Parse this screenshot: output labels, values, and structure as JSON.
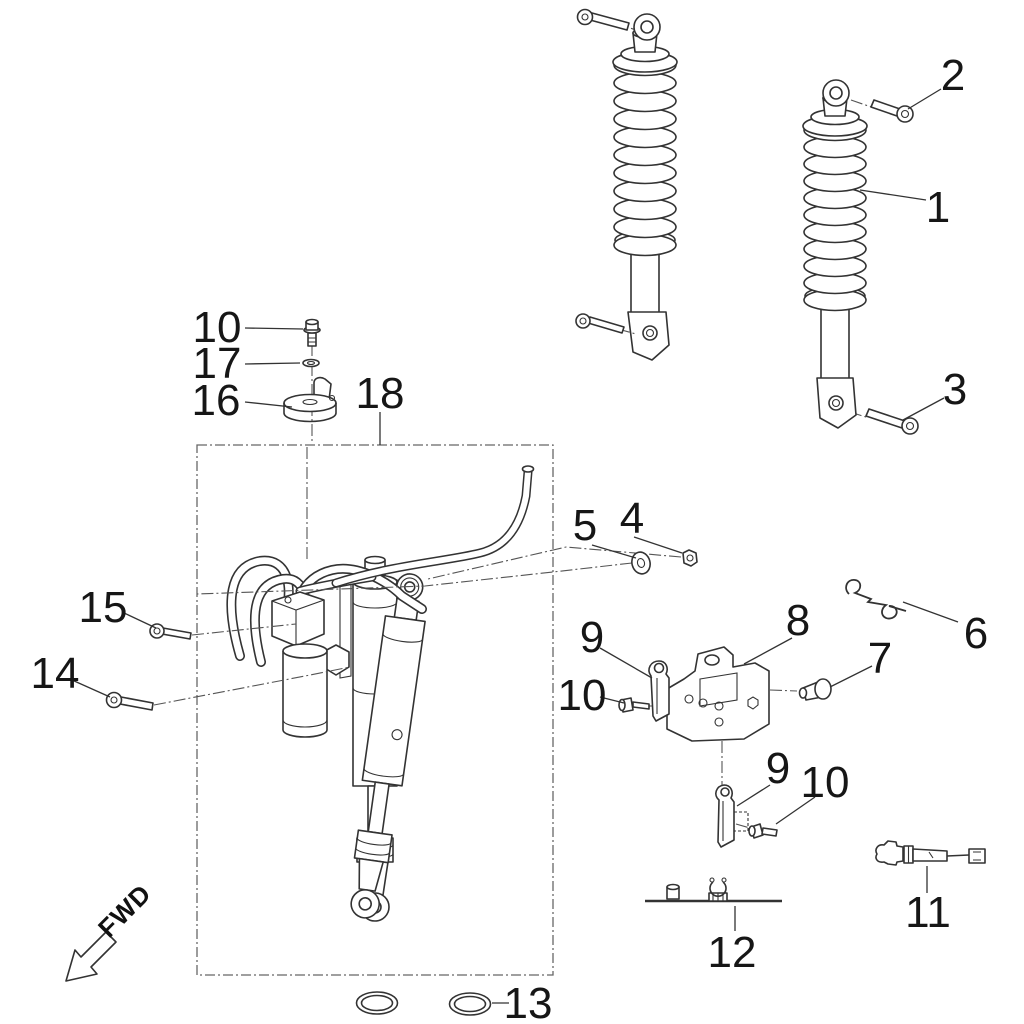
{
  "colors": {
    "line": "#333333",
    "label": "#161616",
    "dash": "#555555",
    "background": "#ffffff"
  },
  "labels": {
    "n1": "1",
    "n2": "2",
    "n3": "3",
    "n4": "4",
    "n5": "5",
    "n6": "6",
    "n7": "7",
    "n8": "8",
    "n9_upper": "9",
    "n9_lower": "9",
    "n10_cap": "10",
    "n10_bracket": "10",
    "n10_lower": "10",
    "n11": "11",
    "n12": "12",
    "n13": "13",
    "n14": "14",
    "n15": "15",
    "n16": "16",
    "n17": "17",
    "n18": "18",
    "fwd": "FWD"
  }
}
